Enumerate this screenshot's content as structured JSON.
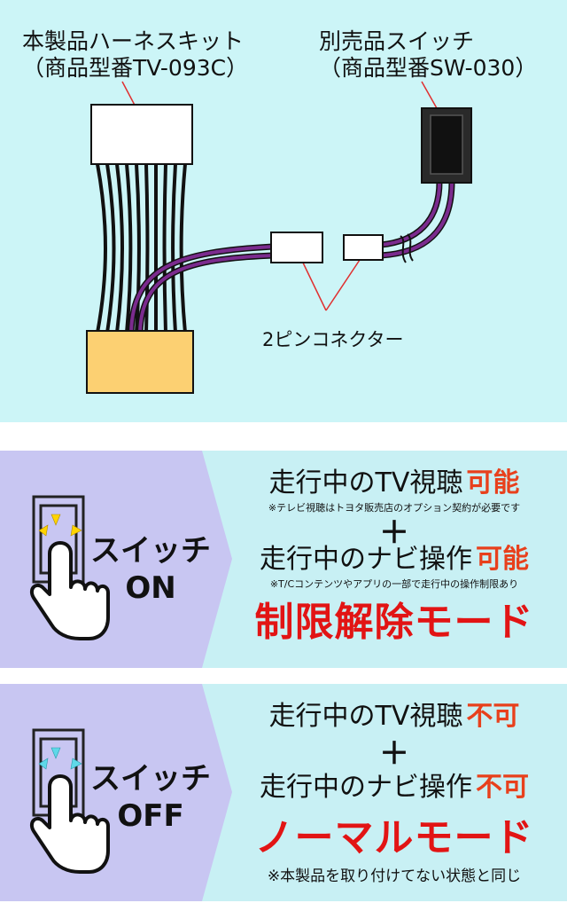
{
  "diagram": {
    "harness_caption_line1": "本製品ハーネスキット",
    "harness_caption_line2": "（商品型番TV-093C）",
    "switch_caption_line1": "別売品スイッチ",
    "switch_caption_line2": "（商品型番SW-030）",
    "connector_label": "2ピンコネクター",
    "colors": {
      "background": "#ccf5f7",
      "connector_body": "#ffffff",
      "bottom_connector": "#fcd072",
      "wire": "#111111",
      "purple_wire": "#7b2b8e",
      "leader_line": "#e03030",
      "switch_body": "#2a2a2a"
    }
  },
  "mode_on": {
    "switch_label": "スイッチ\nON",
    "tv_text": "走行中のTV視聴",
    "tv_status": "可能",
    "tv_note": "※テレビ視聴はトヨタ販売店のオプション契約が必要です",
    "plus": "＋",
    "nav_text": "走行中のナビ操作",
    "nav_status": "可能",
    "nav_note": "※T/Cコンテンツやアプリの一部で走行中の操作制限あり",
    "mode_name": "制限解除モード",
    "indicator_color": "#ffd400"
  },
  "mode_off": {
    "switch_label": "スイッチ\nOFF",
    "tv_text": "走行中のTV視聴",
    "tv_status": "不可",
    "plus": "＋",
    "nav_text": "走行中のナビ操作",
    "nav_status": "不可",
    "mode_name": "ノーマルモード",
    "footnote": "※本製品を取り付けてない状態と同じ",
    "indicator_color": "#5fd8e8"
  },
  "colors": {
    "accent_orange": "#e8401c",
    "accent_red": "#e21414",
    "mode_left_bg": "#c8c6f2",
    "mode_right_bg": "#c8f0f4"
  }
}
